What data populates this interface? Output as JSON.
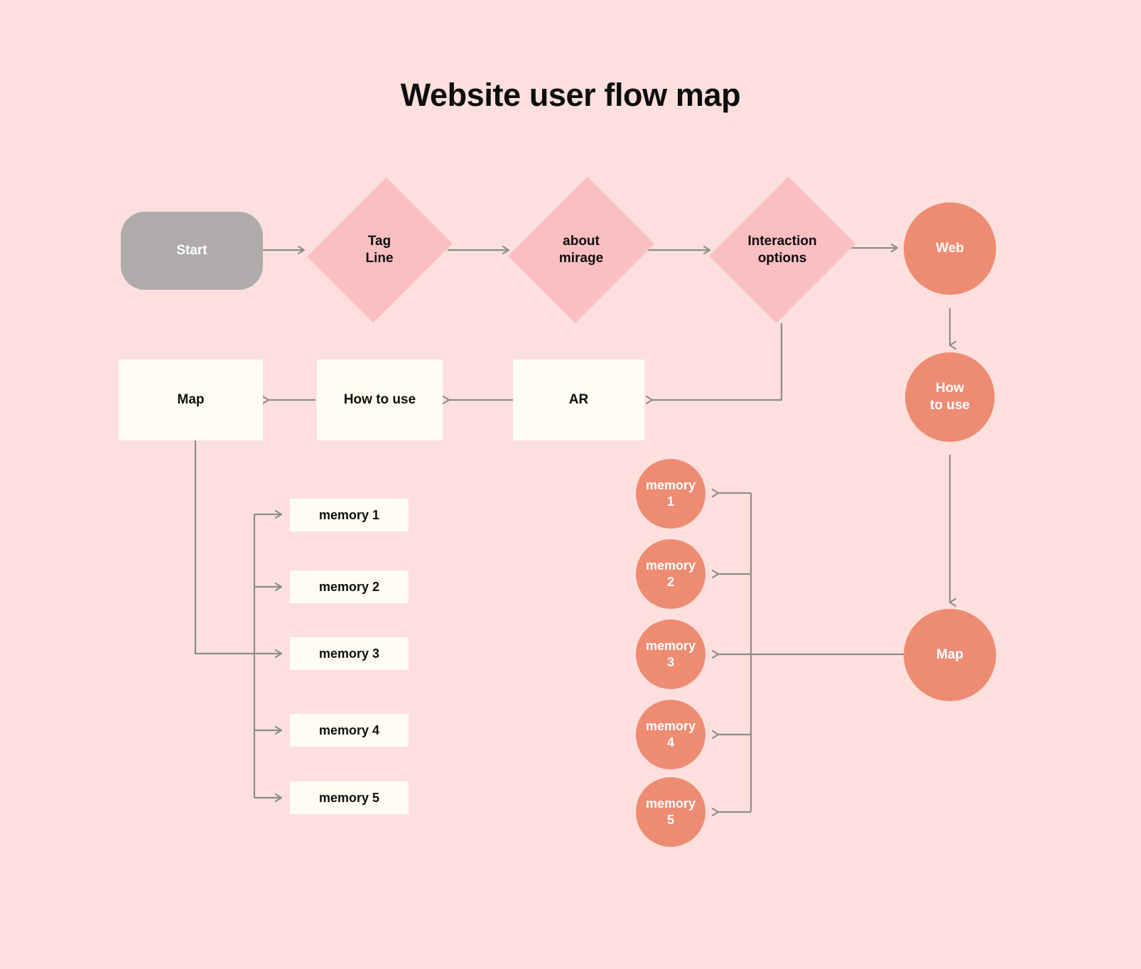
{
  "page": {
    "title": "Website user flow map",
    "background_color": "#fde0dd",
    "edge_color": "#8c8c8c"
  },
  "palette": {
    "start_gray": "#afabab",
    "diamond_pink": "#fbbfc2",
    "circle_coral": "#ee8b73",
    "box_ivory": "#fffdf2",
    "text_dark": "#0d0d0d",
    "text_light": "#ffffff"
  },
  "nodes": {
    "start": {
      "label": "Start",
      "shape": "rounded-rect"
    },
    "tag_line": {
      "label": "Tag\nLine",
      "line1": "Tag",
      "line2": "Line",
      "shape": "diamond"
    },
    "about_mirage": {
      "label": "about\nmirage",
      "line1": "about",
      "line2": "mirage",
      "shape": "diamond"
    },
    "interaction_options": {
      "label": "Interaction\noptions",
      "line1": "Interaction",
      "line2": "options",
      "shape": "diamond"
    },
    "web": {
      "label": "Web",
      "shape": "circle"
    },
    "how_to_use_circle": {
      "label": "How\nto use",
      "line1": "How",
      "line2": "to use",
      "shape": "circle"
    },
    "map_circle": {
      "label": "Map",
      "shape": "circle"
    },
    "ar_box": {
      "label": "AR",
      "shape": "rect"
    },
    "how_to_use_box": {
      "label": "How to use",
      "shape": "rect"
    },
    "map_box": {
      "label": "Map",
      "shape": "rect"
    }
  },
  "memory_boxes": [
    {
      "label": "memory 1"
    },
    {
      "label": "memory 2"
    },
    {
      "label": "memory 3"
    },
    {
      "label": "memory 4"
    },
    {
      "label": "memory 5"
    }
  ],
  "memory_circles": [
    {
      "line1": "memory",
      "line2": "1"
    },
    {
      "line1": "memory",
      "line2": "2"
    },
    {
      "line1": "memory",
      "line2": "3"
    },
    {
      "line1": "memory",
      "line2": "4"
    },
    {
      "line1": "memory",
      "line2": "5"
    }
  ]
}
